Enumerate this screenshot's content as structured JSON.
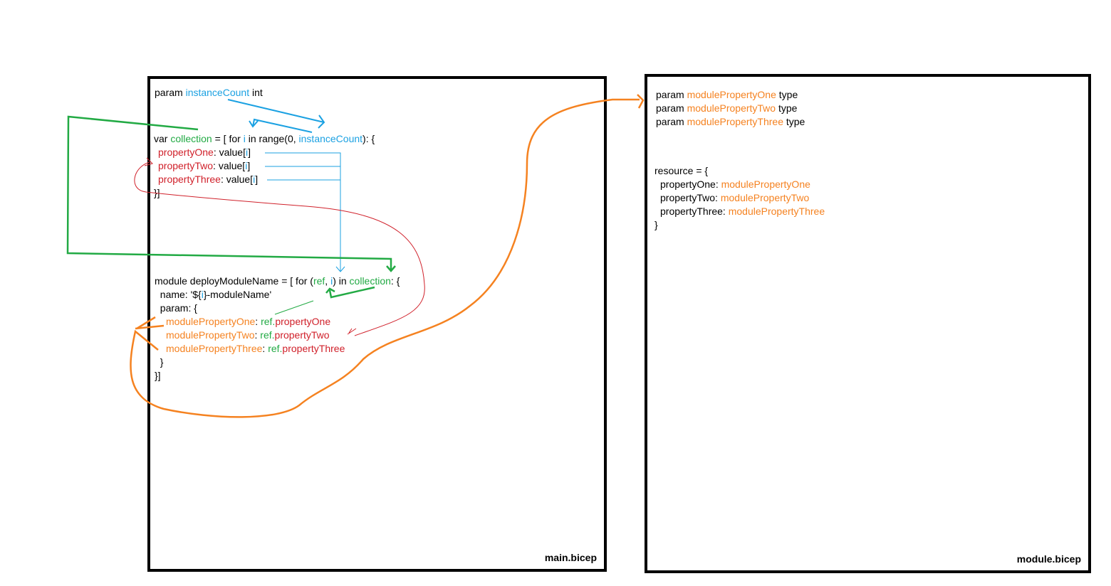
{
  "main": {
    "label": "main.bicep",
    "param": {
      "kw": "param",
      "name": "instanceCount",
      "type": "int"
    },
    "var_line": {
      "kw": "var",
      "name": "collection",
      "eq": " = [ for ",
      "i": "i",
      "mid": " in range(0, ",
      "count": "instanceCount",
      "end": "): {"
    },
    "props": [
      {
        "name": "propertyOne",
        "sep": ": value[",
        "idx": "i",
        "end": "]"
      },
      {
        "name": "propertyTwo",
        "sep": ": value[",
        "idx": "i",
        "end": "]"
      },
      {
        "name": "propertyThree",
        "sep": ": value[",
        "idx": "i",
        "end": "]"
      }
    ],
    "close1": "}]",
    "module_line": {
      "start": "module deployModuleName = [ for (",
      "ref": "ref",
      "comma": ", ",
      "i": "i",
      "mid": ") in ",
      "coll": "collection",
      "end": ": {"
    },
    "name_line": {
      "start": "  name: '${",
      "i": "i",
      "end": "}-moduleName'"
    },
    "param_line": "  param: {",
    "module_params": [
      {
        "name": "modulePropertyOne",
        "sep": ": ",
        "ref": "ref.",
        "prop": "propertyOne"
      },
      {
        "name": "modulePropertyTwo",
        "sep": ": ",
        "ref": "ref.",
        "prop": "propertyTwo"
      },
      {
        "name": "modulePropertyThree",
        "sep": ": ",
        "ref": "ref.",
        "prop": "propertyThree"
      }
    ],
    "close2": "  }",
    "close3": "}]"
  },
  "module": {
    "label": "module.bicep",
    "params": [
      {
        "kw": "param",
        "name": "modulePropertyOne",
        "type": "type"
      },
      {
        "kw": "param",
        "name": "modulePropertyTwo",
        "type": "type"
      },
      {
        "kw": "param",
        "name": "modulePropertyThree",
        "type": "type"
      }
    ],
    "resource_open": "resource = {",
    "resource_props": [
      {
        "name": "propertyOne: ",
        "value": "modulePropertyOne"
      },
      {
        "name": "propertyTwo: ",
        "value": "modulePropertyTwo"
      },
      {
        "name": "propertyThree: ",
        "value": "modulePropertyThree"
      }
    ],
    "resource_close": "}"
  },
  "colors": {
    "blue": "#1ba1e2",
    "red": "#d0202a",
    "green": "#22aa44",
    "orange": "#f58220"
  }
}
